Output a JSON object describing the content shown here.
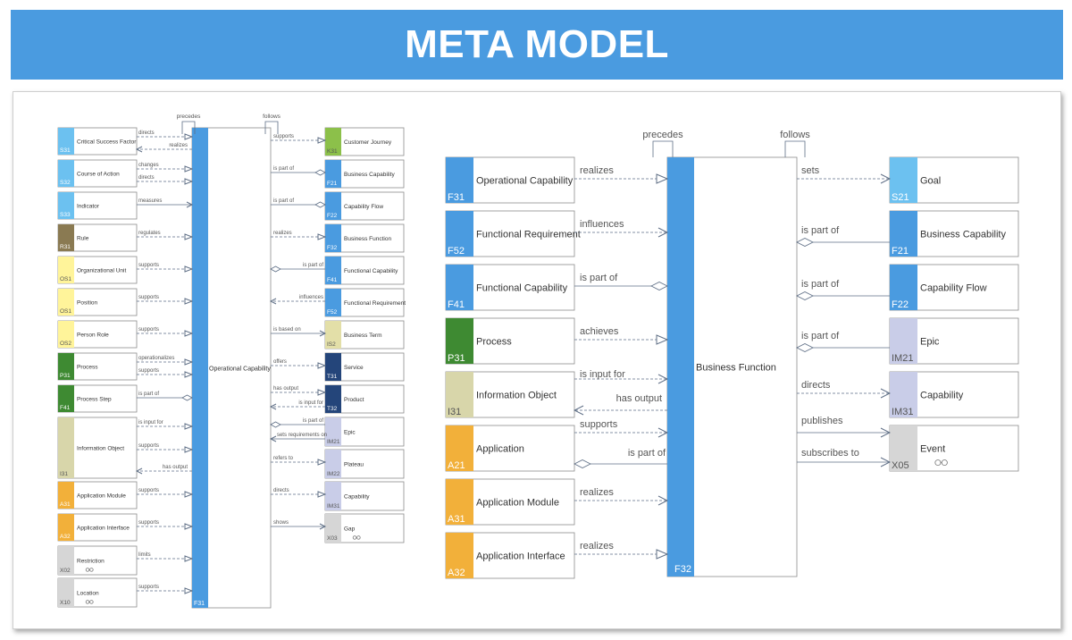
{
  "title": "META MODEL",
  "colors": {
    "banner": "#4a9be0",
    "F": "#4a9be0",
    "S": "#6cc1f0",
    "R": "#8a7a52",
    "OS": "#fff49a",
    "P": "#3e8a32",
    "I": "#d8d6aa",
    "A": "#f2b03a",
    "X": "#d6d6d6",
    "K": "#8cc04a",
    "IS": "#e3dfa8",
    "T": "#24457a",
    "IM": "#c9cde8",
    "frame_border": "#cfcfcf"
  },
  "left_diagram": {
    "center": {
      "name": "Operational Capability",
      "code": "F31",
      "self_relations": [
        "precedes",
        "follows"
      ]
    },
    "left_items": [
      {
        "name": "Critical Success Factor",
        "code": "S31",
        "color": "S",
        "relations": [
          "directs",
          "realizes"
        ]
      },
      {
        "name": "Course of Action",
        "code": "S32",
        "color": "S",
        "relations": [
          "changes",
          "directs"
        ]
      },
      {
        "name": "Indicator",
        "code": "S33",
        "color": "S",
        "relations": [
          "measures"
        ]
      },
      {
        "name": "Rule",
        "code": "R31",
        "color": "R",
        "relations": [
          "regulates"
        ]
      },
      {
        "name": "Organizational Unit",
        "code": "OS1",
        "color": "OS",
        "relations": [
          "supports"
        ]
      },
      {
        "name": "Position",
        "code": "OS1",
        "color": "OS",
        "relations": [
          "supports"
        ]
      },
      {
        "name": "Person Role",
        "code": "OS2",
        "color": "OS",
        "relations": [
          "supports"
        ]
      },
      {
        "name": "Process",
        "code": "P31",
        "color": "P",
        "relations": [
          "operationalizes",
          "supports"
        ]
      },
      {
        "name": "Process Step",
        "code": "F41",
        "color": "P",
        "relations": [
          "is part of"
        ]
      },
      {
        "name": "Information Object",
        "code": "I31",
        "color": "I",
        "relations": [
          "is input for",
          "supports",
          "has output"
        ]
      },
      {
        "name": "Application Module",
        "code": "A31",
        "color": "A",
        "relations": [
          "supports"
        ]
      },
      {
        "name": "Application Interface",
        "code": "A32",
        "color": "A",
        "relations": [
          "supports"
        ]
      },
      {
        "name": "Restriction",
        "code": "X02",
        "color": "X",
        "relations": [
          "limits"
        ]
      },
      {
        "name": "Location",
        "code": "X10",
        "color": "X",
        "relations": [
          "supports"
        ]
      }
    ],
    "right_items": [
      {
        "name": "Customer Journey",
        "code": "K31",
        "color": "K",
        "relations": [
          "supports"
        ]
      },
      {
        "name": "Business Capability",
        "code": "F21",
        "color": "F",
        "relations": [
          "is part of"
        ]
      },
      {
        "name": "Capability Flow",
        "code": "F22",
        "color": "F",
        "relations": [
          "is part of"
        ]
      },
      {
        "name": "Business Function",
        "code": "F32",
        "color": "F",
        "relations": [
          "realizes"
        ]
      },
      {
        "name": "Functional Capability",
        "code": "F41",
        "color": "F",
        "relations": [
          "is part of"
        ]
      },
      {
        "name": "Functional Requirement",
        "code": "F52",
        "color": "F",
        "relations": [
          "influences"
        ]
      },
      {
        "name": "Business Term",
        "code": "IS2",
        "color": "IS",
        "relations": [
          "is based on"
        ]
      },
      {
        "name": "Service",
        "code": "T31",
        "color": "T",
        "relations": [
          "offers"
        ]
      },
      {
        "name": "Product",
        "code": "T32",
        "color": "T",
        "relations": [
          "has output",
          "is input for"
        ]
      },
      {
        "name": "Epic",
        "code": "IM21",
        "color": "IM",
        "relations": [
          "is part of",
          "sets requirements on"
        ]
      },
      {
        "name": "Plateau",
        "code": "IM22",
        "color": "IM",
        "relations": [
          "refers to"
        ]
      },
      {
        "name": "Capability",
        "code": "IM31",
        "color": "IM",
        "relations": [
          "directs"
        ]
      },
      {
        "name": "Gap",
        "code": "X03",
        "color": "X",
        "relations": [
          "shows"
        ]
      }
    ]
  },
  "right_diagram": {
    "center": {
      "name": "Business Function",
      "code": "F32",
      "self_relations": [
        "precedes",
        "follows"
      ]
    },
    "left_items": [
      {
        "name": "Operational Capability",
        "code": "F31",
        "color": "F",
        "relations": [
          "realizes"
        ]
      },
      {
        "name": "Functional Requirement",
        "code": "F52",
        "color": "F",
        "relations": [
          "influences"
        ]
      },
      {
        "name": "Functional Capability",
        "code": "F41",
        "color": "F",
        "relations": [
          "is part of"
        ]
      },
      {
        "name": "Process",
        "code": "P31",
        "color": "P",
        "relations": [
          "achieves"
        ]
      },
      {
        "name": "Information Object",
        "code": "I31",
        "color": "I",
        "relations": [
          "is input for",
          "has output"
        ]
      },
      {
        "name": "Application",
        "code": "A21",
        "color": "A",
        "relations": [
          "supports",
          "is part of"
        ]
      },
      {
        "name": "Application Module",
        "code": "A31",
        "color": "A",
        "relations": [
          "realizes"
        ]
      },
      {
        "name": "Application Interface",
        "code": "A32",
        "color": "A",
        "relations": [
          "realizes"
        ]
      }
    ],
    "right_items": [
      {
        "name": "Goal",
        "code": "S21",
        "color": "S",
        "relations": [
          "sets"
        ]
      },
      {
        "name": "Business Capability",
        "code": "F21",
        "color": "F",
        "relations": [
          "is part of"
        ]
      },
      {
        "name": "Capability Flow",
        "code": "F22",
        "color": "F",
        "relations": [
          "is part of"
        ]
      },
      {
        "name": "Epic",
        "code": "IM21",
        "color": "IM",
        "relations": [
          "is part of"
        ]
      },
      {
        "name": "Capability",
        "code": "IM31",
        "color": "IM",
        "relations": [
          "directs"
        ]
      },
      {
        "name": "Event",
        "code": "X05",
        "color": "X",
        "relations": [
          "publishes",
          "subscribes to"
        ]
      }
    ]
  }
}
